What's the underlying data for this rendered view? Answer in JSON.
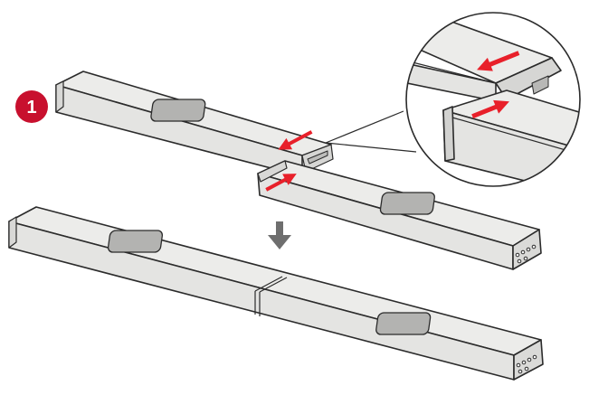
{
  "figure": {
    "step_number": "1",
    "colors": {
      "badge": "#c8102e",
      "arrow": "#e8202a",
      "down_arrow": "#6e6e6e",
      "bar_top": "#ececea",
      "bar_front": "#e4e4e2",
      "bar_end": "#dadad8",
      "pad": "#b3b3b1",
      "outline": "#2b2b2b"
    },
    "icons": [
      "step-badge",
      "insert-arrow",
      "down-arrow",
      "magnifier-callout",
      "port-holes"
    ]
  }
}
